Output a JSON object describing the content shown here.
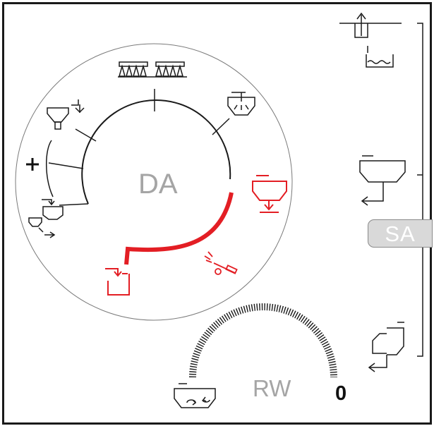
{
  "labels": {
    "da": "DA",
    "sa": "SA",
    "rw": "RW",
    "rw_value": "0"
  },
  "colors": {
    "active": "#e31e24",
    "stroke": "#1a1a1a",
    "muted_text": "#a5a5a5",
    "badge_fill": "#d9d9d9",
    "badge_border": "#8a8a8a",
    "background": "#ffffff"
  },
  "icons": {
    "boom_sections": "boom-nozzles-icon",
    "suction_tank": "tank-suction-icon",
    "tank_agitation": "tank-spray-nozzle-icon",
    "tank_drain": "tank-drain-icon",
    "pressure_gun": "pressure-washer-icon",
    "induction_hopper_fill": "induction-hopper-icon",
    "plus": "plus-icon",
    "hopper_transfer": "hopper-transfer-icon",
    "clean_water_tank": "clean-water-tank-icon",
    "tank_return": "tank-return-icon",
    "rinse_tank": "rinse-tank-icon",
    "rinse_water_tank": "rinse-water-tank-icon"
  },
  "states": {
    "active_outlets": [
      "tank-drain",
      "pressure-washer",
      "induction-hopper-rinse"
    ]
  }
}
